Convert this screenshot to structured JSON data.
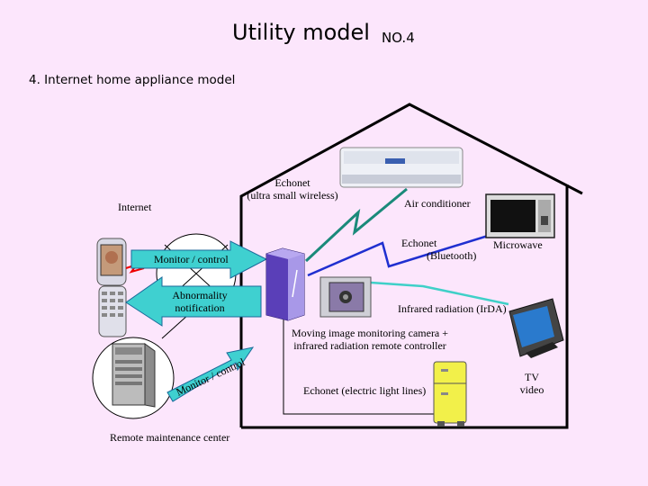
{
  "header": {
    "title": "Utility model",
    "number": "NO.4"
  },
  "section_title": "4. Internet home appliance model",
  "labels": {
    "internet": "Internet",
    "echonet_wireless_1": "Echonet",
    "echonet_wireless_2": "(ultra small wireless)",
    "air_conditioner": "Air conditioner",
    "microwave": "Microwave",
    "echonet_bluetooth_1": "Echonet",
    "echonet_bluetooth_2": "(Bluetooth)",
    "infrared": "Infrared radiation (IrDA)",
    "camera_1": "Moving image monitoring camera +",
    "camera_2": "infrared radiation remote controller",
    "echonet_light": "Echonet (electric light lines)",
    "tv_1": "TV",
    "tv_2": "video",
    "remote_center": "Remote maintenance center",
    "monitor_control": "Monitor / control",
    "abnormality_1": "Abnormality",
    "abnormality_2": "notification",
    "monitor_control_diag": "Monitor / control"
  },
  "colors": {
    "background": "#fce6fc",
    "arrow_fill": "#3fd0d0",
    "wireless_line": "#1a8a7a",
    "bluetooth_line": "#1f2fd0",
    "irda_line": "#3fd0c8",
    "router": "#6a4fc8"
  },
  "icons": [
    "mobile-phone-icon",
    "server-icon",
    "gateway-router-icon",
    "camera-icon",
    "air-conditioner-icon",
    "microwave-icon",
    "tv-icon",
    "refrigerator-icon",
    "globe-icon"
  ]
}
